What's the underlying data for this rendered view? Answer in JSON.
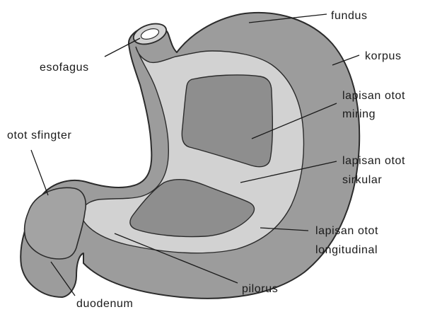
{
  "diagram": {
    "labels": {
      "fundus": "fundus",
      "esofagus": "esofagus",
      "korpus": "korpus",
      "otot_miring_1": "lapisan otot",
      "otot_miring_2": "miring",
      "otot_sfingter": "otot sfingter",
      "otot_sirkular_1": "lapisan otot",
      "otot_sirkular_2": "sirkular",
      "otot_longitudinal_1": "lapisan otot",
      "otot_longitudinal_2": "longitudinal",
      "pilorus": "pilorus",
      "duodenum": "duodenum"
    },
    "colors": {
      "outer_layer": "#9c9c9c",
      "middle_layer": "#d2d2d2",
      "inner_layer": "#8e8e8e",
      "outline": "#2b2b2b",
      "text": "#1a1a1a"
    }
  }
}
